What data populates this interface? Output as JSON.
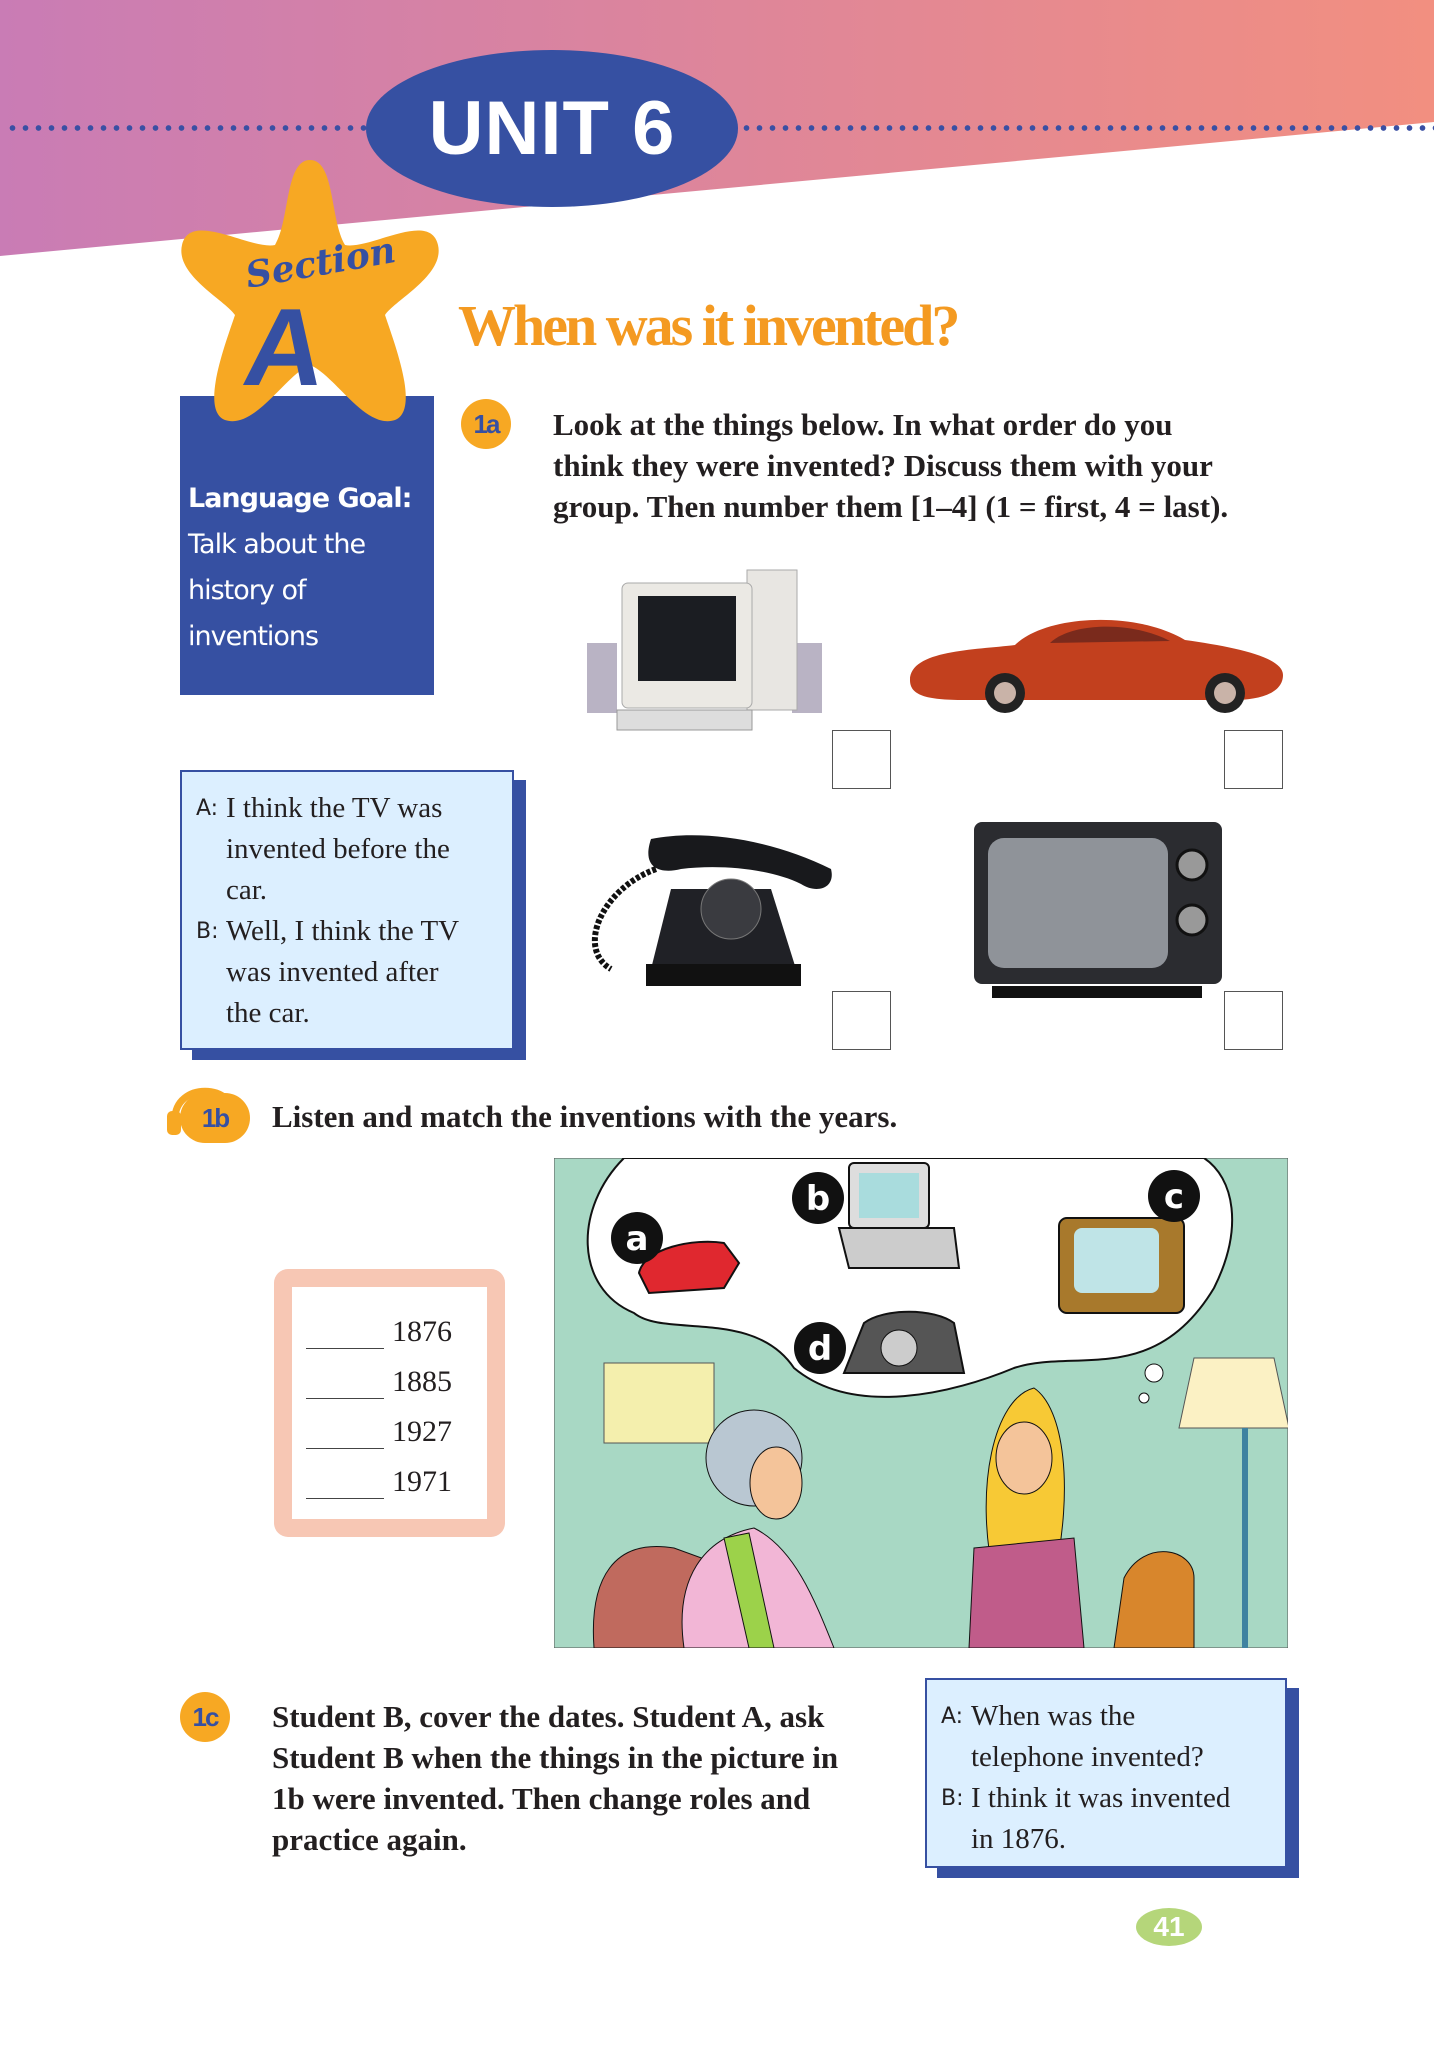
{
  "header": {
    "unit_word": "Unit",
    "unit_number": "6",
    "section_word": "Section",
    "section_letter": "A"
  },
  "language_goal": {
    "heading": "Language Goal:",
    "lines": [
      "Talk about the",
      "history of",
      "inventions"
    ]
  },
  "title": "When was it invented?",
  "activity_1a": {
    "badge": "1a",
    "lines": [
      "Look at the things below. In what order do you",
      "think they were invented? Discuss them with your",
      "group. Then number them [1–4] (1 = first, 4 = last)."
    ],
    "items": [
      "computer",
      "car",
      "telephone",
      "television"
    ],
    "dialog": [
      {
        "speaker": "A:",
        "lines": [
          "I think the TV was",
          "invented before the",
          "car."
        ]
      },
      {
        "speaker": "B:",
        "lines": [
          "Well, I think the TV",
          "was invented after",
          "the car."
        ]
      }
    ]
  },
  "activity_1b": {
    "badge": "1b",
    "instruction": "Listen and match the inventions with the years.",
    "years": [
      "1876",
      "1885",
      "1927",
      "1971"
    ],
    "picture_labels": [
      "a",
      "b",
      "c",
      "d"
    ]
  },
  "activity_1c": {
    "badge": "1c",
    "lines": [
      "Student B, cover the dates. Student A, ask",
      "Student B when the things in the picture in",
      "1b were invented. Then change roles and",
      "practice again."
    ],
    "dialog": [
      {
        "speaker": "A:",
        "lines": [
          "When was the",
          "telephone invented?"
        ]
      },
      {
        "speaker": "B:",
        "lines": [
          "I think it was invented",
          "in 1876."
        ]
      }
    ]
  },
  "page_number": "41",
  "colors": {
    "blue": "#3650a2",
    "orange": "#f7a823",
    "title_orange": "#f49a21",
    "dialog_bg": "#dcefff",
    "years_border": "#f7c7b4",
    "picture_bg": "#a8d8c4",
    "page_badge": "#b5d67a"
  }
}
